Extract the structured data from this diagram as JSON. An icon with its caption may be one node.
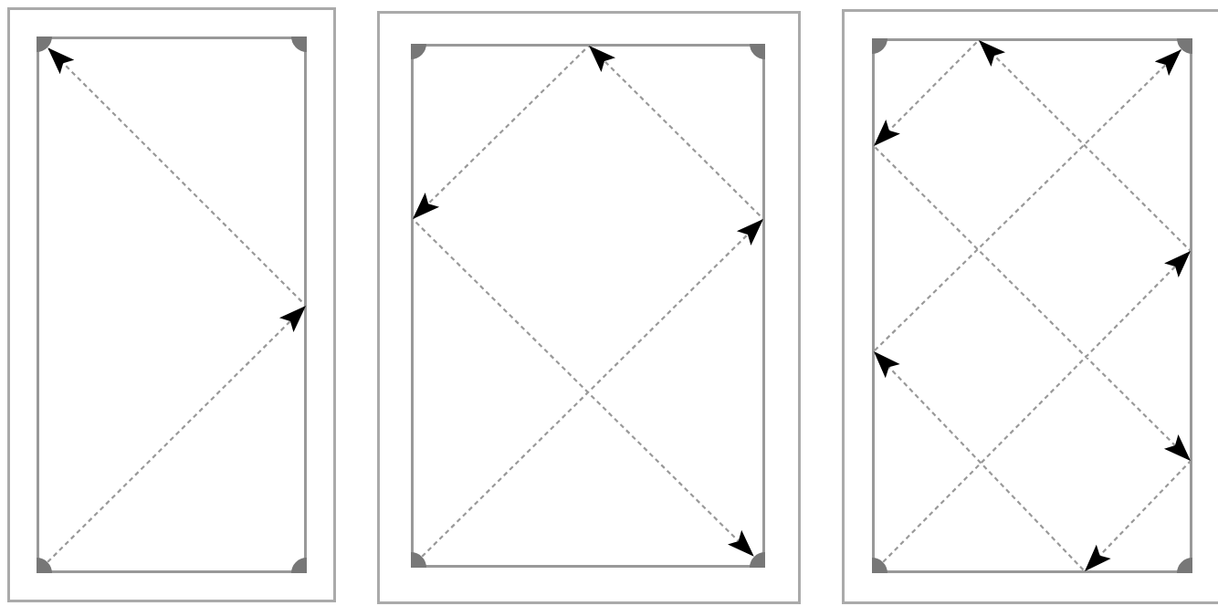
{
  "diagram": {
    "nodes": [
      {
        "text": [],
        "shape": "box"
      },
      {
        "text": [],
        "shape": "circle",
        "in": 0
      },
      {
        "text": [],
        "shape": "circle",
        "in": 0
      },
      {
        "text": [],
        "shape": "circle",
        "in": 0
      },
      {
        "text": [],
        "shape": "circle",
        "in": 0
      },
      {
        "text": [],
        "shape": "box"
      },
      {
        "text": [],
        "shape": "circle",
        "in": 5
      },
      {
        "text": [],
        "shape": "circle",
        "in": 5
      },
      {
        "text": [],
        "shape": "circle",
        "in": 5
      },
      {
        "text": [],
        "shape": "circle",
        "in": 5
      },
      {
        "text": [],
        "shape": "box"
      },
      {
        "text": [],
        "shape": "circle",
        "in": 10
      },
      {
        "text": [],
        "shape": "circle",
        "in": 10
      },
      {
        "text": [],
        "shape": "circle",
        "in": 10
      },
      {
        "text": [],
        "shape": "circle",
        "in": 10
      }
    ],
    "edges": [
      {
        "from": 3,
        "to": 1,
        "arrow": "to",
        "style": "dashed"
      },
      {
        "from": 8,
        "to": 9,
        "arrow": "to",
        "style": "dashed"
      },
      {
        "from": 13,
        "to": 12,
        "arrow": "to",
        "style": "dashed"
      }
    ]
  }
}
